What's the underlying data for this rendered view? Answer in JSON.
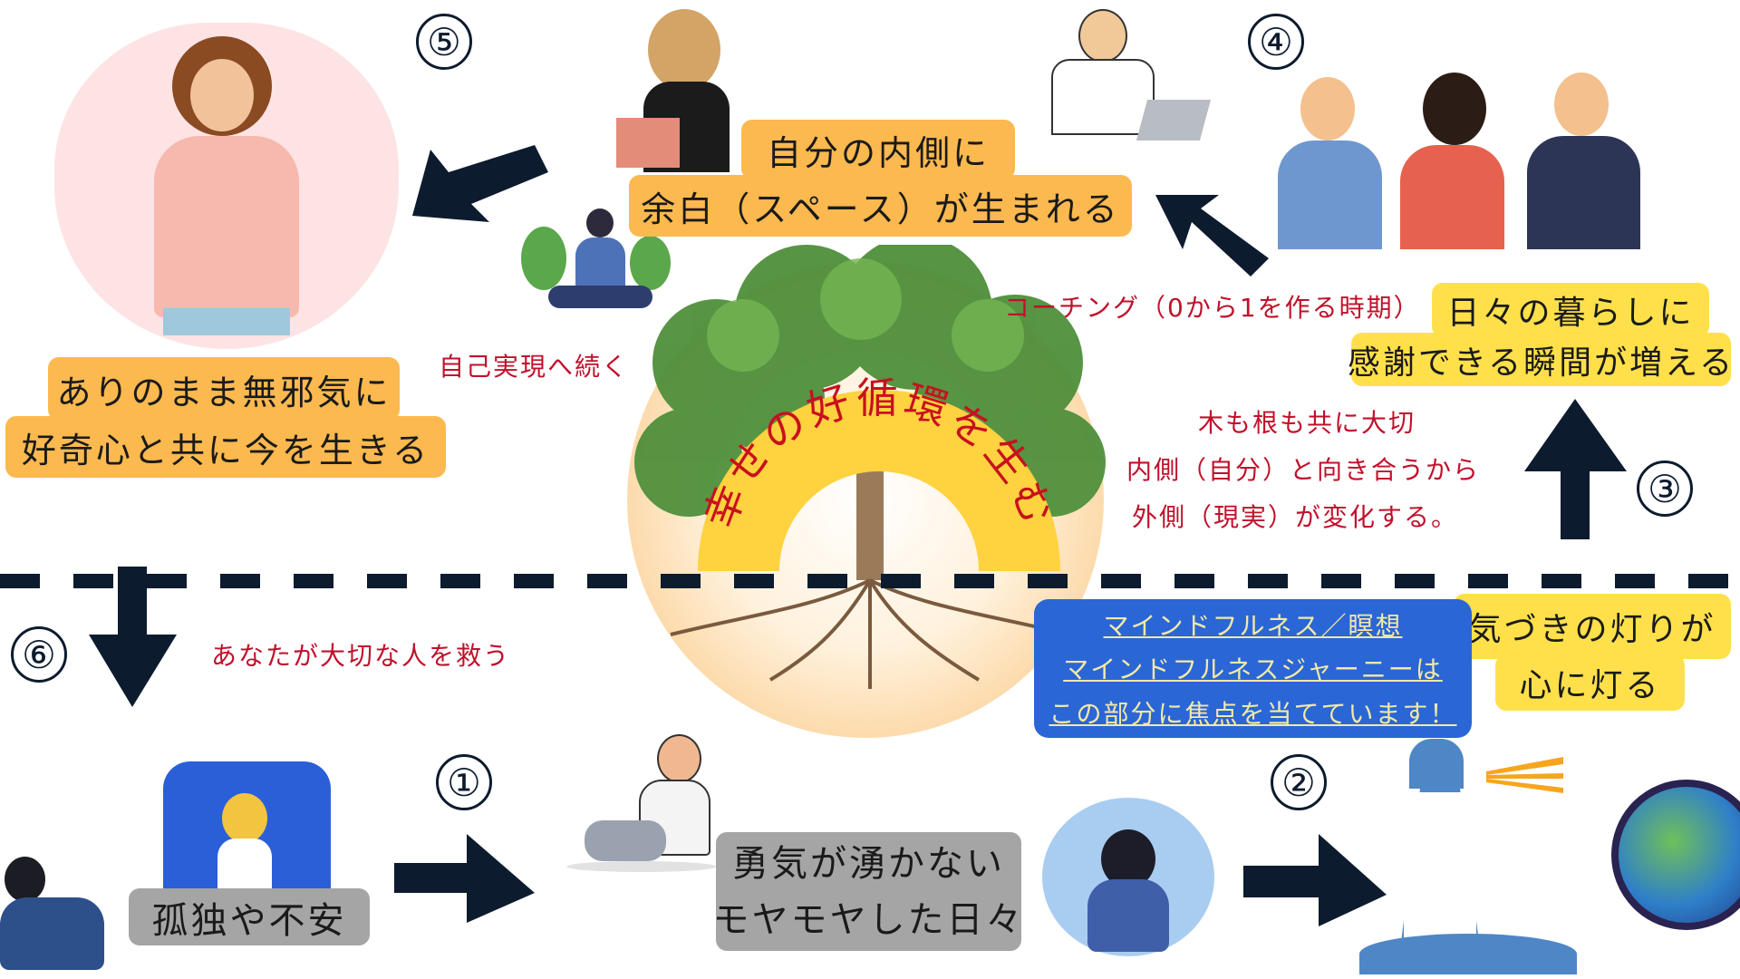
{
  "center": {
    "arc_title": "幸せの好循環を生む"
  },
  "steps": {
    "s1": "①",
    "s2": "②",
    "s3": "③",
    "s4": "④",
    "s5": "⑤",
    "s6": "⑥"
  },
  "boxes": {
    "inner_space": [
      "自分の内側に",
      "余白（スペース）が生まれる"
    ],
    "as_is": [
      "ありのまま無邪気に",
      "好奇心と共に今を生きる"
    ],
    "gratitude": [
      "日々の暮らしに",
      "感謝できる瞬間が増える"
    ],
    "awareness": [
      "気づきの灯りが",
      "心に灯る"
    ],
    "loneliness": [
      "孤独や不安"
    ],
    "no_courage": [
      "勇気が湧かない",
      "モヤモヤした日々"
    ],
    "mindfulness": [
      "マインドフルネス／瞑想",
      "マインドフルネスジャーニーは",
      "この部分に焦点を当てています！"
    ]
  },
  "notes": {
    "coaching": "コーチング（0から1を作る時期）",
    "self_realization": "自己実現へ続く",
    "tree_roots": [
      "木も根も共に大切",
      "内側（自分）と向き合うから",
      "外側（現実）が変化する。"
    ],
    "save_people": "あなたが大切な人を救う"
  },
  "colors": {
    "orange_box": "#fbb94f",
    "yellow_box": "#ffe04a",
    "gray_box": "#a5a5a5",
    "blue_box": "#2a66d6",
    "note_red": "#c0112b",
    "arrow_navy": "#0d1b2e"
  }
}
